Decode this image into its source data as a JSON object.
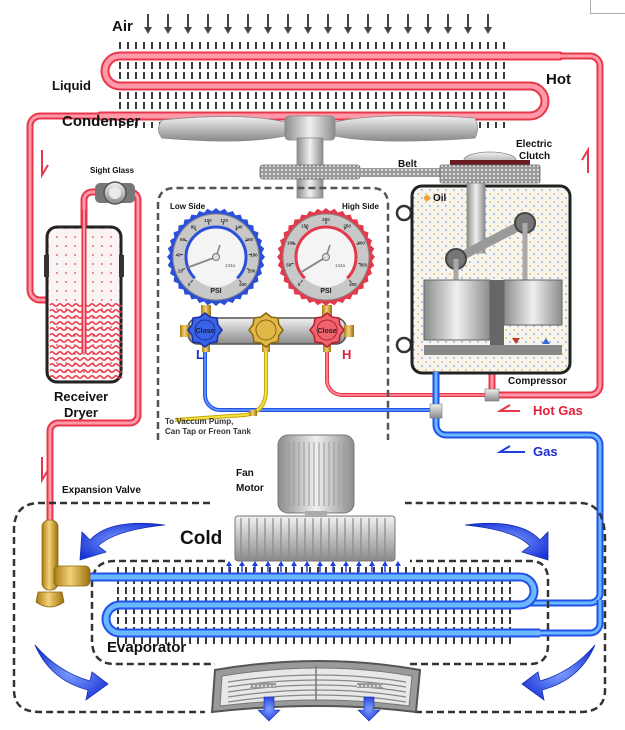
{
  "title": "Automotive A/C Refrigeration Cycle",
  "labels": {
    "air": "Air",
    "liquid": "Liquid",
    "condenser": "Condenser",
    "hot": "Hot",
    "electric_clutch_line1": "Electric",
    "electric_clutch_line2": "Clutch",
    "belt": "Belt",
    "sight_glass": "Sight Glass",
    "receiver_dryer_line1": "Receiver",
    "receiver_dryer_line2": "Dryer",
    "low_side": "Low Side",
    "high_side": "High Side",
    "oil": "Oil",
    "compressor": "Compressor",
    "hot_gas": "Hot Gas",
    "gas": "Gas",
    "vacuum_line1": "To Vaccum Pump,",
    "vacuum_line2": "Can Tap or Freon Tank",
    "low_port": "L",
    "high_port": "H",
    "valve_close_low": "Close",
    "valve_close_high": "Close",
    "expansion_valve": "Expansion Valve",
    "fan_motor_line1": "Fan",
    "fan_motor_line2": "Motor",
    "cold": "Cold",
    "evaporator": "Evaporator"
  },
  "gauges": {
    "low": {
      "name": "Low Side",
      "unit": "PSI",
      "refrigerant": "134a",
      "ticks": [
        "0",
        "20",
        "40",
        "60",
        "80",
        "100",
        "120",
        "140",
        "160",
        "180",
        "200",
        "220"
      ],
      "color": "#2b4fd8",
      "needle_value": 20
    },
    "high": {
      "name": "High Side",
      "unit": "PSI",
      "refrigerant": "134a",
      "ticks": [
        "0",
        "50",
        "100",
        "150",
        "200",
        "250",
        "300",
        "350",
        "400"
      ],
      "color": "#e23a4a",
      "needle_value": 20
    }
  },
  "colors": {
    "hot_line": "#f04a5c",
    "hot_line_inner": "#ff9aa6",
    "cold_line": "#2255e8",
    "cold_line_inner": "#5ab8ff",
    "vacuum_line": "#e8d020",
    "fins": "#3a3a3a",
    "dashed": "#333333",
    "arrow_blue": "#1f3fe0",
    "brass": "#d4a630"
  }
}
